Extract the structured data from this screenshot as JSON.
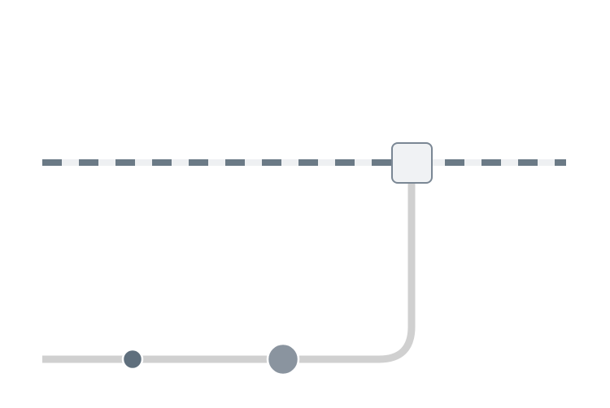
{
  "diagram": {
    "type": "transit-line-map",
    "colors": {
      "background": "#ffffff",
      "dashed_line_dark": "#6b7a86",
      "dashed_line_light": "#eef0f2",
      "solid_line": "#d0d0d0",
      "interchange_fill": "#f0f2f4",
      "interchange_stroke": "#7a8794",
      "station_small": "#5f6f7d",
      "station_large": "#8a949f",
      "station_outline": "#ffffff"
    },
    "lines": [
      {
        "id": "dashed-line",
        "style": "dashed"
      },
      {
        "id": "solid-line",
        "style": "solid"
      }
    ],
    "stations": [
      {
        "id": "interchange",
        "kind": "interchange"
      },
      {
        "id": "small-stop",
        "kind": "stop"
      },
      {
        "id": "large-stop",
        "kind": "major-stop"
      }
    ]
  }
}
